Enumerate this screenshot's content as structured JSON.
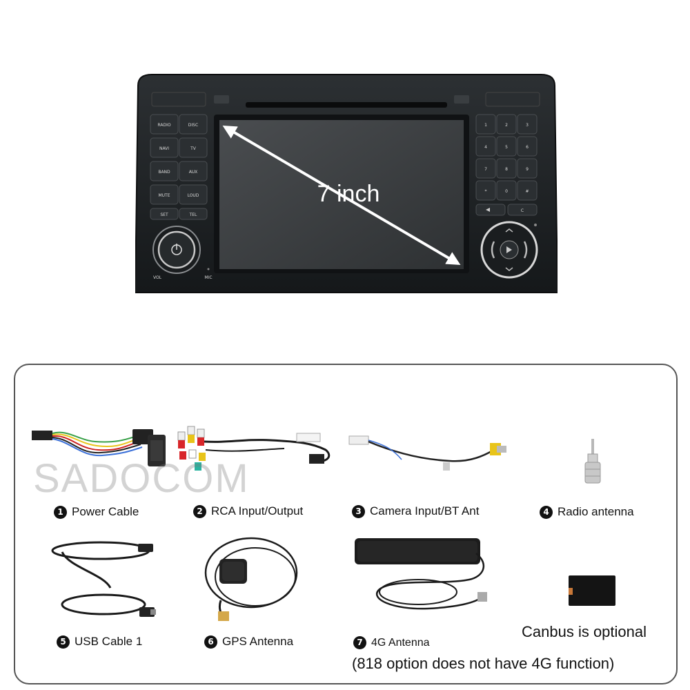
{
  "head_unit": {
    "screen_size_label": "7 inch",
    "left_buttons": [
      [
        "RADIO",
        "DISC"
      ],
      [
        "NAVI",
        "TV"
      ],
      [
        "BAND",
        "AUX"
      ],
      [
        "MUTE",
        "LOUD"
      ],
      [
        "SET",
        "TEL"
      ]
    ],
    "keypad": [
      "1",
      "2",
      "3",
      "4",
      "5",
      "6",
      "7",
      "8",
      "9",
      "*",
      "0",
      "#"
    ],
    "vol_label": "VOL",
    "mic_label": "MIC",
    "c_label": "C"
  },
  "watermark": "SADOCOM",
  "accessories": [
    {
      "num": "1",
      "label": "Power Cable",
      "icon": "power-cable-harness-image"
    },
    {
      "num": "2",
      "label": "RCA Input/Output",
      "icon": "rca-cable-image"
    },
    {
      "num": "3",
      "label": "Camera Input/BT Ant",
      "icon": "camera-input-cable-image"
    },
    {
      "num": "4",
      "label": "Radio antenna",
      "icon": "radio-antenna-adapter-image"
    },
    {
      "num": "5",
      "label": "USB Cable 1",
      "icon": "usb-cable-image"
    },
    {
      "num": "6",
      "label": "GPS Antenna",
      "icon": "gps-antenna-image"
    },
    {
      "num": "7",
      "label": "4G Antenna",
      "icon": "4g-antenna-image"
    }
  ],
  "canbus_note": "Canbus is optional",
  "footnote": "(818 option does not have 4G function)",
  "colors": {
    "panel_border": "#555555",
    "unit_body": "#1e2123",
    "screen": "#3a3d40",
    "rca_red": "#d8262a",
    "rca_yellow": "#e8c41a"
  }
}
